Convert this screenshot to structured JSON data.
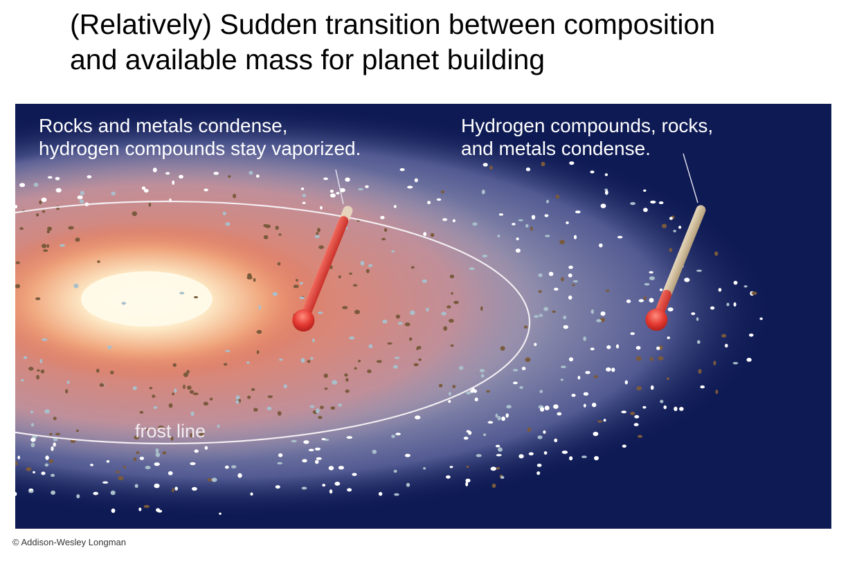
{
  "title": {
    "line1": "(Relatively) Sudden transition between composition",
    "line2": "and available mass for planet building"
  },
  "figure": {
    "label_inner": {
      "line1": "Rocks and metals condense,",
      "line2": "hydrogen compounds stay vaporized."
    },
    "label_outer": {
      "line1": "Hydrogen compounds, rocks,",
      "line2": "and metals condense."
    },
    "frost_line_label": "frost line",
    "colors": {
      "background": "#0e1a54",
      "hot_core": "#fffbea",
      "thermometer_hot": "#e8463c",
      "thermometer_cool": "#d9c6a5",
      "rock_grain": "#7a5a3c",
      "ice_grain": "#ffffff",
      "mixed_grain": "#a9bfcb"
    }
  },
  "credit": "© Addison-Wesley Longman"
}
